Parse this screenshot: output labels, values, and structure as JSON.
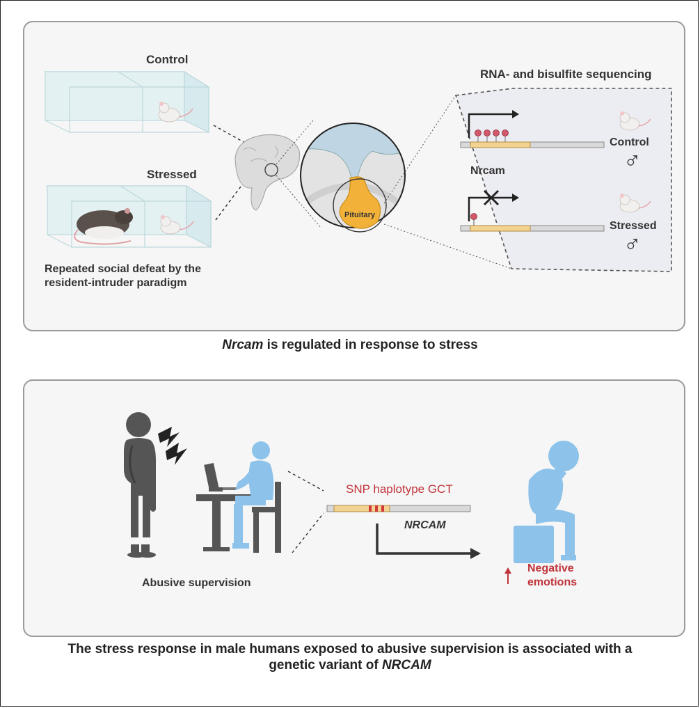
{
  "top_panel": {
    "control_label": "Control",
    "stressed_label": "Stressed",
    "paradigm_line1": "Repeated social defeat by the",
    "paradigm_line2": "resident-intruder paradigm",
    "pituitary_label": "Pituitary",
    "sequencing_label": "RNA- and bisulfite sequencing",
    "gene_label": "Nrcam",
    "right_control_label": "Control",
    "right_stressed_label": "Stressed",
    "male_symbol": "♂"
  },
  "top_caption": {
    "italic_part": "Nrcam",
    "rest": " is regulated in response to stress"
  },
  "bottom_panel": {
    "snp_label": "SNP haplotype GCT",
    "gene_label": "NRCAM",
    "abusive_label": "Abusive supervision",
    "up_arrow": "↑",
    "negative_line1": "Negative",
    "negative_line2": "emotions"
  },
  "bottom_caption": {
    "line1": "The stress response in male humans exposed to abusive supervision is associated with a",
    "line2_prefix": "genetic variant of ",
    "line2_italic": "NRCAM"
  },
  "colors": {
    "panel_bg": "#f6f6f6",
    "pituitary": "#f2b23a",
    "cage_fill": "#e4f1f3",
    "promoter_bar": "#f3d391",
    "methyl_dot": "#d2596a",
    "person_dark": "#555555",
    "person_blue": "#8dc2ea",
    "emotion_red": "#c0333a"
  }
}
